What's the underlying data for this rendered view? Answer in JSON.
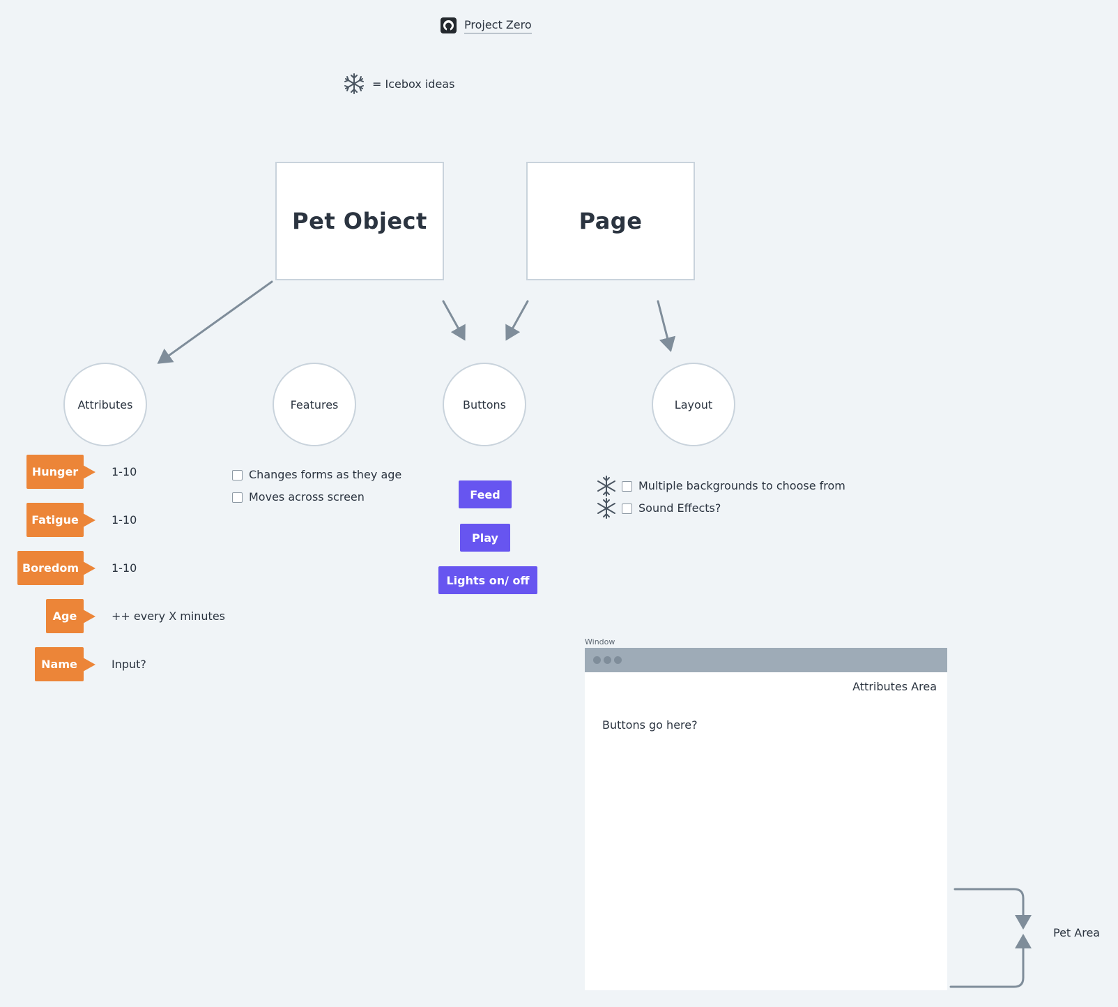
{
  "header": {
    "project_link": "Project Zero",
    "icon": "github-icon"
  },
  "legend": {
    "text": "= Icebox ideas",
    "icon": "snowflake-icon"
  },
  "boxes": {
    "pet_object": "Pet Object",
    "page": "Page"
  },
  "circles": {
    "attributes": "Attributes",
    "features": "Features",
    "buttons": "Buttons",
    "layout": "Layout"
  },
  "attributes": [
    {
      "label": "Hunger",
      "value": "1-10"
    },
    {
      "label": "Fatigue",
      "value": "1-10"
    },
    {
      "label": "Boredom",
      "value": "1-10"
    },
    {
      "label": "Age",
      "value": "++ every X minutes"
    },
    {
      "label": "Name",
      "value": "Input?"
    }
  ],
  "features": [
    {
      "label": "Changes forms as they age",
      "checked": false
    },
    {
      "label": "Moves across screen",
      "checked": false
    }
  ],
  "buttons": [
    "Feed",
    "Play",
    "Lights on/ off"
  ],
  "layout": [
    {
      "label": "Multiple backgrounds to choose from",
      "checked": false,
      "icebox": true
    },
    {
      "label": "Sound Effects?",
      "checked": false,
      "icebox": true
    }
  ],
  "window": {
    "caption": "Window",
    "attributes_area": "Attributes Area",
    "buttons_note": "Buttons go here?",
    "pet_area": "Pet Area"
  },
  "colors": {
    "background": "#f0f4f7",
    "attribute_tag": "#ec8538",
    "button": "#6755f0",
    "arrow": "#7f8d9a",
    "window_bar": "#9eabb7"
  }
}
